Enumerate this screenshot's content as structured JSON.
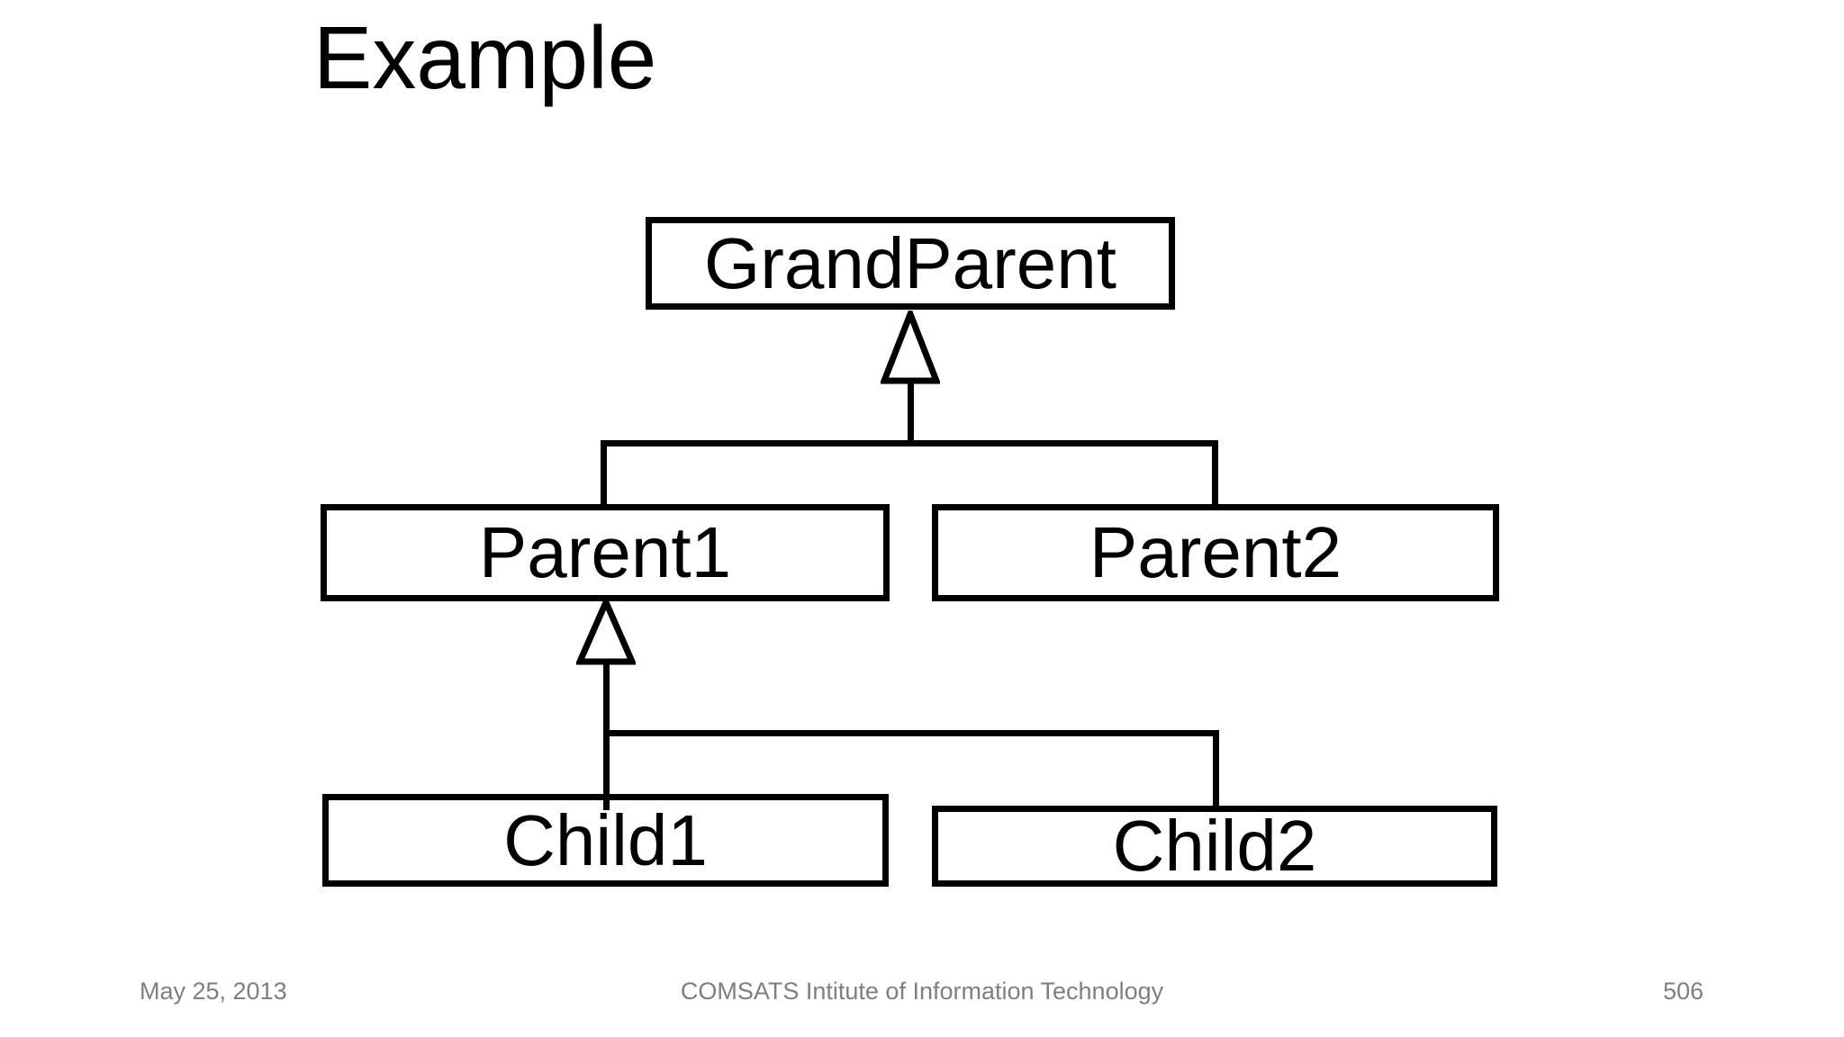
{
  "slide": {
    "title": "Example",
    "background_color": "#ffffff",
    "footer": {
      "date": "May 25, 2013",
      "institution": "COMSATS Intitute of Information Technology",
      "page_number": "506",
      "text_color": "#7f7f7f"
    }
  },
  "diagram": {
    "type": "uml-class-inheritance",
    "line_color": "#000000",
    "box_border_color": "#000000",
    "box_fill_color": "#ffffff",
    "label_color": "#000000",
    "nodes": [
      {
        "id": "grandparent",
        "label": "GrandParent"
      },
      {
        "id": "parent1",
        "label": "Parent1"
      },
      {
        "id": "parent2",
        "label": "Parent2"
      },
      {
        "id": "child1",
        "label": "Child1"
      },
      {
        "id": "child2",
        "label": "Child2"
      }
    ],
    "edges": [
      {
        "from": "Parent1",
        "to": "GrandParent",
        "relation": "inherits"
      },
      {
        "from": "Parent2",
        "to": "GrandParent",
        "relation": "inherits"
      },
      {
        "from": "Child1",
        "to": "Parent1",
        "relation": "inherits"
      },
      {
        "from": "Child2",
        "to": "Parent1",
        "relation": "inherits"
      }
    ]
  }
}
